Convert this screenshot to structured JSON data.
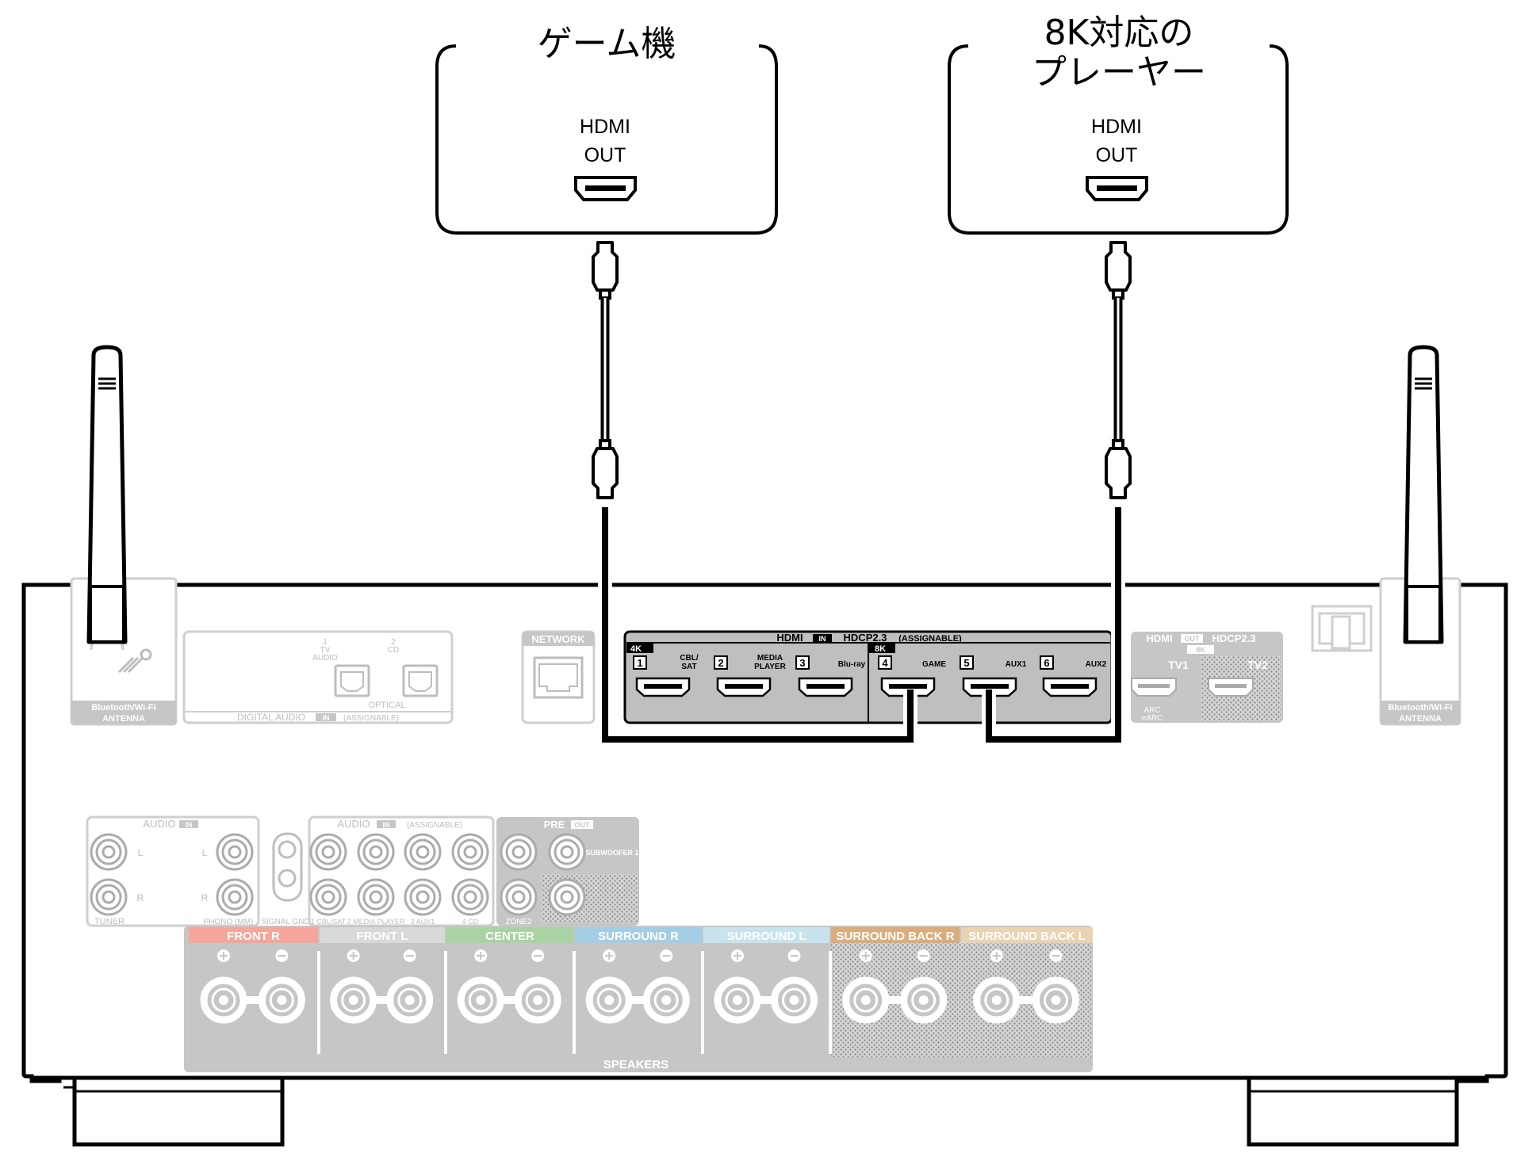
{
  "devices": {
    "game": {
      "label": "ゲーム機",
      "port_line1": "HDMI",
      "port_line2": "OUT"
    },
    "player": {
      "label_line1": "8K対応の",
      "label_line2": "プレーヤー",
      "port_line1": "HDMI",
      "port_line2": "OUT"
    }
  },
  "receiver": {
    "antenna_label_line1": "Bluetooth/Wi-Fi",
    "antenna_label_line2": "ANTENNA",
    "digital_audio": {
      "title": "DIGITAL AUDIO",
      "in_badge": "IN",
      "assignable": "(ASSIGNABLE)",
      "optical": "OPTICAL",
      "port1_num": "1",
      "port1_line1": "TV",
      "port1_line2": "AUDIO",
      "port2_num": "2",
      "port2_label": "CD"
    },
    "network_label": "NETWORK",
    "hdmi_in": {
      "title": "HDMI",
      "in_badge": "IN",
      "hdcp": "HDCP2.3",
      "assignable": "(ASSIGNABLE)",
      "badge_4k": "4K",
      "badge_8k": "8K",
      "inputs": [
        {
          "num": "1",
          "line1": "CBL/",
          "line2": "SAT"
        },
        {
          "num": "2",
          "line1": "MEDIA",
          "line2": "PLAYER"
        },
        {
          "num": "3",
          "line1": "Blu-ray",
          "line2": ""
        },
        {
          "num": "4",
          "line1": "GAME",
          "line2": ""
        },
        {
          "num": "5",
          "line1": "AUX1",
          "line2": ""
        },
        {
          "num": "6",
          "line1": "AUX2",
          "line2": ""
        }
      ]
    },
    "hdmi_out": {
      "title": "HDMI",
      "out_badge": "OUT",
      "hdcp": "HDCP2.3",
      "badge_8k": "8K",
      "tv1": "TV1",
      "tv2": "TV2",
      "arc_line1": "ARC",
      "arc_line2": "eARC"
    },
    "audio_in": {
      "title": "AUDIO",
      "in_badge": "IN",
      "l": "L",
      "r": "R",
      "tuner": "TUNER",
      "phono": "PHONO (MM)",
      "signal_gnd": "SIGNAL GND"
    },
    "audio_in_assignable": {
      "title": "AUDIO",
      "in_badge": "IN",
      "assignable": "(ASSIGNABLE)",
      "labels": [
        "1 CBL/SAT",
        "2 MEDIA PLAYER",
        "3 AUX1",
        "4 CD"
      ]
    },
    "pre_out": {
      "title": "PRE",
      "out_badge": "OUT",
      "subwoofer": "SUBWOOFER 1",
      "zone2": "ZONE2"
    },
    "speakers": {
      "footer": "SPEAKERS",
      "groups": [
        {
          "name": "FRONT",
          "side": "R",
          "color": "#f5a59a"
        },
        {
          "name": "FRONT",
          "side": "L",
          "color": "#d9d9d9"
        },
        {
          "name": "CENTER",
          "side": "",
          "color": "#a9d3a3"
        },
        {
          "name": "SURROUND",
          "side": "R",
          "color": "#a3cde4"
        },
        {
          "name": "SURROUND",
          "side": "L",
          "color": "#c9e3ee"
        },
        {
          "name": "SURROUND BACK",
          "side": "R",
          "color": "#d9ad7c"
        },
        {
          "name": "SURROUND BACK",
          "side": "L",
          "color": "#ead3b2"
        }
      ]
    }
  },
  "colors": {
    "outline": "#000000",
    "faded": "#c6c6c6",
    "hdmi_panel": "#bfbfbf",
    "background": "#ffffff"
  }
}
